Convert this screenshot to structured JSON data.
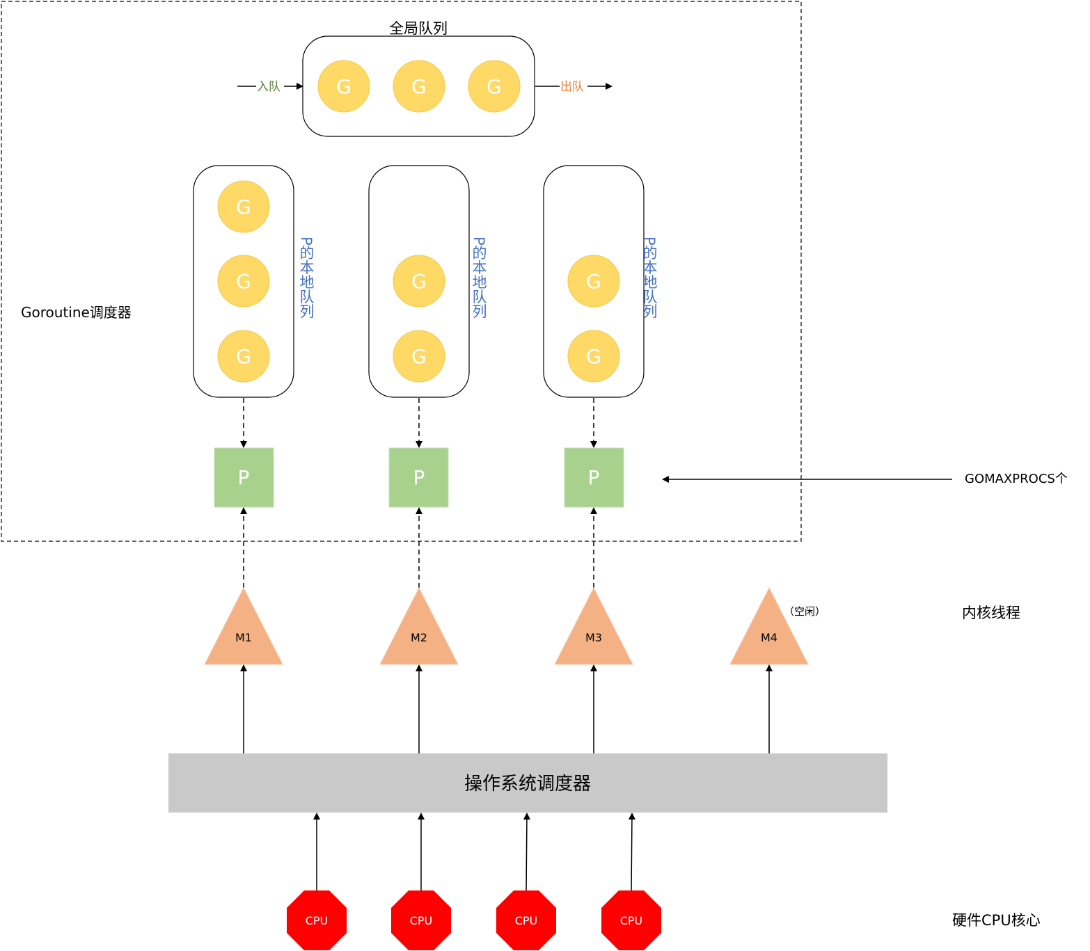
{
  "scheduler": {
    "title": "Goroutine调度器",
    "global_queue": {
      "title": "全局队列",
      "enqueue": "入队",
      "dequeue": "出队",
      "goroutines": [
        "G",
        "G",
        "G"
      ]
    },
    "local_queues": [
      {
        "label": "P的本地队列",
        "goroutines": [
          "G",
          "G",
          "G"
        ]
      },
      {
        "label": "P的本地队列",
        "goroutines": [
          "G",
          "G"
        ]
      },
      {
        "label": "P的本地队列",
        "goroutines": [
          "G",
          "G"
        ]
      }
    ],
    "processors": [
      "P",
      "P",
      "P"
    ]
  },
  "gomaxprocs_label": "GOMAXPROCS个",
  "kernel_threads": {
    "label": "内核线程",
    "threads": [
      "M1",
      "M2",
      "M3",
      "M4"
    ],
    "idle_note": "（空闲）"
  },
  "os_scheduler": "操作系统调度器",
  "hardware": {
    "label": "硬件CPU核心",
    "cpus": [
      "CPU",
      "CPU",
      "CPU",
      "CPU"
    ]
  },
  "colors": {
    "goroutine": "#FFD966",
    "processor": "#A9D18E",
    "thread": "#F4B183",
    "cpu": "#FF0000",
    "os_bar": "#C9C9C9",
    "local_queue_text": "#4472C4",
    "enqueue_text": "#548235",
    "dequeue_text": "#ED7D31"
  }
}
